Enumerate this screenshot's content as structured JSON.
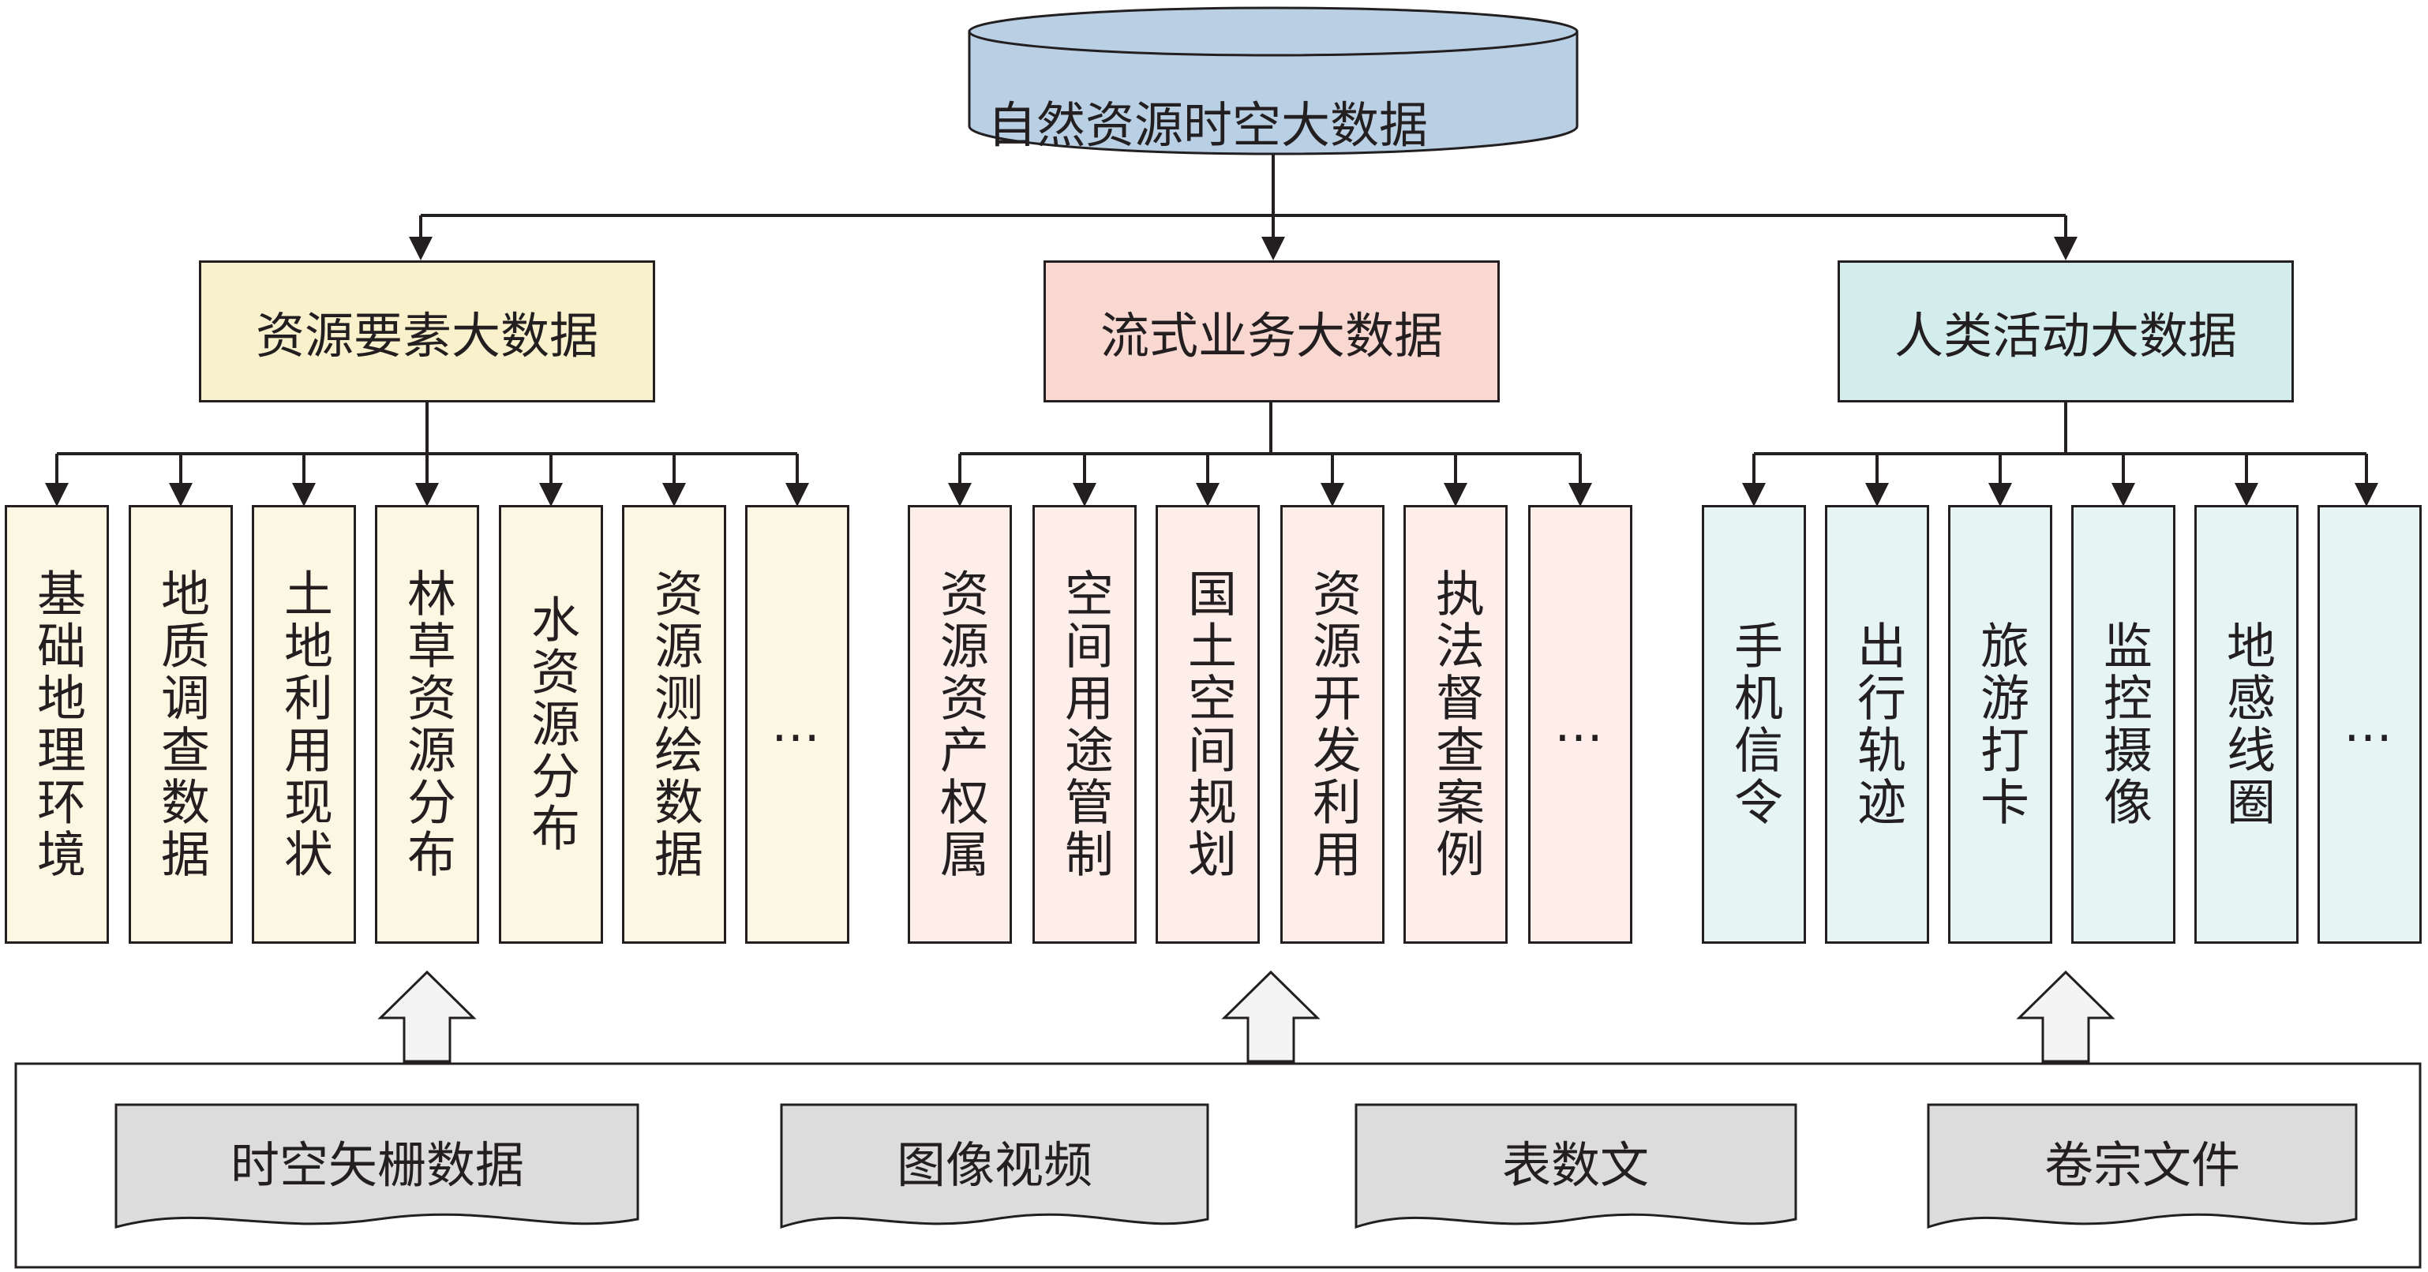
{
  "root": {
    "label": "自然资源时空大数据"
  },
  "categories": [
    {
      "label": "资源要素大数据",
      "items": [
        "基础地理环境",
        "地质调查数据",
        "土地利用现状",
        "林草资源分布",
        "水资源分布",
        "资源测绘数据",
        "…"
      ]
    },
    {
      "label": "流式业务大数据",
      "items": [
        "资源资产权属",
        "空间用途管制",
        "国土空间规划",
        "资源开发利用",
        "执法督查案例",
        "…"
      ]
    },
    {
      "label": "人类活动大数据",
      "items": [
        "手机信令",
        "出行轨迹",
        "旅游打卡",
        "监控摄像",
        "地感线圈",
        "…"
      ]
    }
  ],
  "sources": [
    "时空矢栅数据",
    "图像视频",
    "表数文",
    "卷宗文件"
  ],
  "colors": {
    "root_fill": "#b9cfe3",
    "cat1_fill": "#f9f1cc",
    "cat2_fill": "#fad8d2",
    "cat3_fill": "#d3ecec",
    "leaf1_fill": "#fbf7e3",
    "leaf2_fill": "#fdeeea",
    "leaf3_fill": "#e6f4f4",
    "source_fill": "#dcdcdc",
    "line": "#231f20"
  }
}
